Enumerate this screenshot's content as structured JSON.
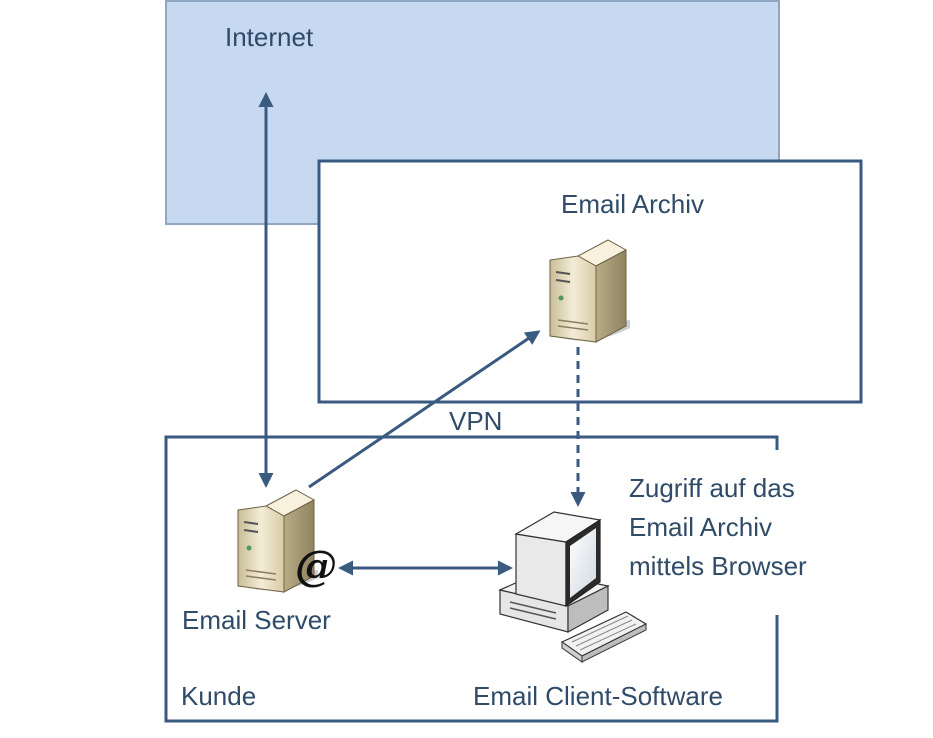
{
  "labels": {
    "internet": "Internet",
    "archive": "Email Archiv",
    "vpn": "VPN",
    "access_lines": [
      "Zugriff auf das",
      "Email Archiv",
      "mittels Browser"
    ],
    "server": "Email Server",
    "customer": "Kunde",
    "client": "Email Client-Software"
  },
  "icons": {
    "archive_server": "server-tower-icon",
    "mail_server": "server-tower-icon",
    "mail_symbol": "at-sign-icon",
    "client_pc": "desktop-computer-icon"
  },
  "colors": {
    "internet_fill": "#c7d9f0",
    "internet_border": "#8fa7c3",
    "box_border": "#3b5a80",
    "arrow": "#3b5a80",
    "text": "#2f4b68"
  }
}
